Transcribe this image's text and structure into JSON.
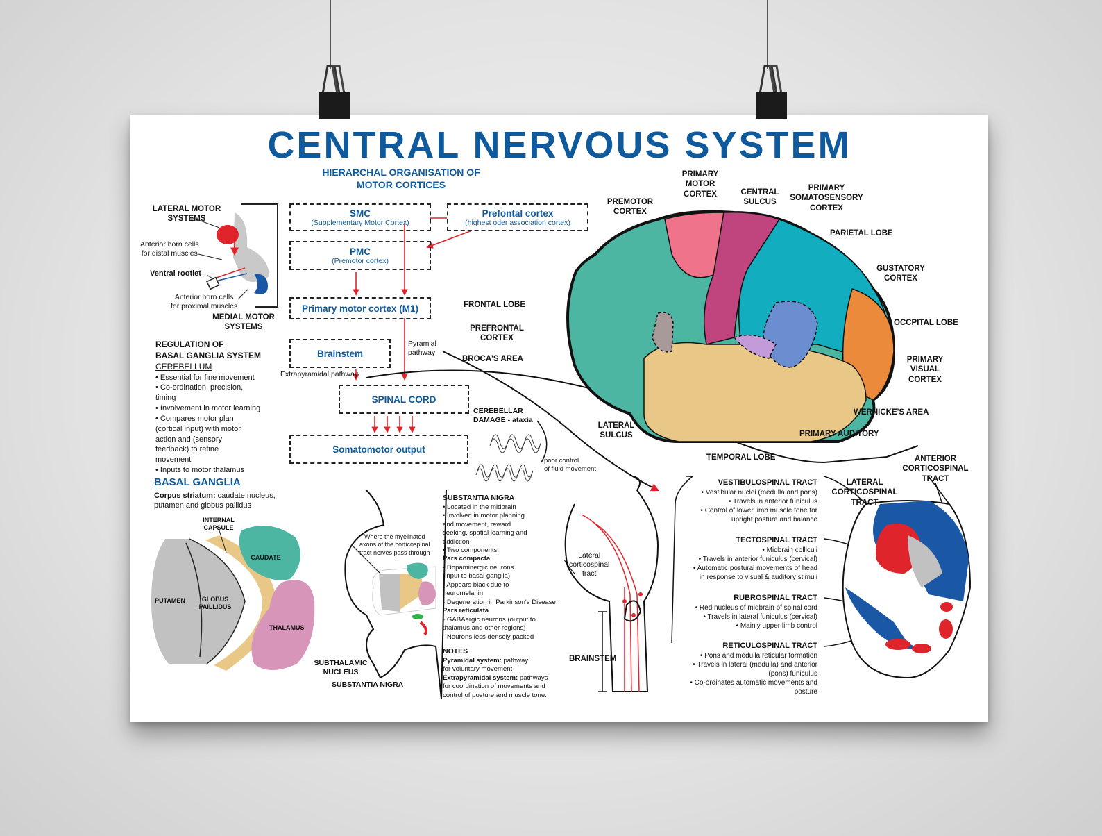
{
  "title": "CENTRAL NERVOUS SYSTEM",
  "hierarchy": {
    "heading_1": "HIERARCHAL ORGANISATION OF",
    "heading_2": "MOTOR CORTICES",
    "smc_title": "SMC",
    "smc_sub": "(Supplementary Motor Cortex)",
    "prefrontal_title": "Prefontal cortex",
    "prefrontal_sub": "(highest oder association cortex)",
    "pmc_title": "PMC",
    "pmc_sub": "(Premotor cortex)",
    "m1": "Primary motor cortex (M1)",
    "brainstem": "Brainstem",
    "pyramidal_1": "Pyramial",
    "pyramidal_2": "pathway",
    "extrapyramidal": "Extrapyramidal pathway",
    "spinal_cord": "SPINAL CORD",
    "somatomotor": "Somatomotor output"
  },
  "motor_systems": {
    "lateral_1": "LATERAL MOTOR",
    "lateral_2": "SYSTEMS",
    "distal_1": "Anterior horn cells",
    "distal_2": "for distal muscles",
    "ventral": "Ventral rootlet",
    "proximal_1": "Anterior horn cells",
    "proximal_2": "for proximal muscles",
    "medial_1": "MEDIAL MOTOR",
    "medial_2": "SYSTEMS"
  },
  "regulation": {
    "heading_1": "REGULATION OF",
    "heading_2": "BASAL GANGLIA SYSTEM",
    "cerebellum": "CEREBELLUM",
    "lines": [
      "• Essential for fine movement",
      "• Co-ordination, precision,",
      "timing",
      "• Involvement in motor learning",
      "• Compares motor plan",
      "(cortical input) with motor",
      "action and (sensory",
      "feedback) to refine",
      "movement",
      "• Inputs to motor thalamus"
    ]
  },
  "basal_ganglia": {
    "heading": "BASAL GANGLIA",
    "corpus_bold": "Corpus striatum:",
    "corpus_1": " caudate nucleus,",
    "corpus_2": "putamen and globus pallidus",
    "internal_1": "INTERNAL",
    "internal_2": "CAPSULE",
    "caudate": "CAUDATE",
    "putamen": "PUTAMEN",
    "globus_1": "GLOBUS",
    "globus_2": "PAILLIDUS",
    "thalamus": "THALAMUS"
  },
  "cerebellar": {
    "title_1": "CEREBELLAR",
    "title_2": "DAMAGE - ataxia",
    "note_1": "poor control",
    "note_2": "of fluid movement"
  },
  "midbrain": {
    "where_1": "Where the myelinated",
    "where_2": "axons of the corticospinal",
    "where_3": "tract nerves pass through",
    "subthalamic_1": "SUBTHALAMIC",
    "subthalamic_2": "NUCLEUS",
    "nigra": "SUBSTANTIA NIGRA"
  },
  "substantia_nigra": {
    "heading": "SUBSTANTIA NIGRA",
    "lines": [
      "• Located in the midbrain",
      "• Involved in motor planning",
      "and movement, reward",
      "seeking, spatial learning and",
      "addiction",
      "• Two components:"
    ],
    "compacta": "Pars compacta",
    "compacta_lines": [
      "- Dopaminergic neurons",
      "(input to basal ganglia)",
      "- Appears black due to",
      "neuromelanin"
    ],
    "degeneration": "- Degeneration in ",
    "parkinsons": "Parkinson's Disease",
    "reticulata": "Pars reticulata",
    "reticulata_lines": [
      "- GABAergic neurons (output to",
      "thalamus and other regions)",
      "- Neurons less densely packed"
    ],
    "notes": "NOTES",
    "pyr_bold": "Pyramidal system:",
    "pyr_1": " pathway",
    "pyr_2": "for voluntary movement",
    "extra_bold": "Extrapyramidal system:",
    "extra_1": " pathways",
    "extra_2": "for coordination of movements and",
    "extra_3": "control of posture and muscle tone."
  },
  "brain_labels": {
    "premotor_1": "PREMOTOR",
    "premotor_2": "CORTEX",
    "primary_motor_1": "PRIMARY",
    "primary_motor_2": "MOTOR",
    "primary_motor_3": "CORTEX",
    "central_1": "CENTRAL",
    "central_2": "SULCUS",
    "somato_1": "PRIMARY",
    "somato_2": "SOMATOSENSORY",
    "somato_3": "CORTEX",
    "parietal": "PARIETAL LOBE",
    "gustatory_1": "GUSTATORY",
    "gustatory_2": "CORTEX",
    "frontal": "FRONTAL LOBE",
    "prefrontal_1": "PREFRONTAL",
    "prefrontal_2": "CORTEX",
    "broca": "BROCA'S AREA",
    "occipital": "OCCPITAL LOBE",
    "visual_1": "PRIMARY",
    "visual_2": "VISUAL",
    "visual_3": "CORTEX",
    "wernicke": "WERNICKE'S AREA",
    "auditory": "PRIMARY AUDITORY",
    "lateral_1": "LATERAL",
    "lateral_2": "SULCUS",
    "temporal": "TEMPORAL LOBE"
  },
  "tracts": {
    "lateral_ct_1": "Lateral",
    "lateral_ct_2": "corticospinal",
    "lateral_ct_3": "tract",
    "brainstem": "BRAINSTEM",
    "vestibulo": "VESTIBULOSPINAL TRACT",
    "vestibulo_lines": [
      "• Vestibular nuclei (medulla and pons)",
      "• Travels in anterior funiculus",
      "• Control of lower limb muscle tone for",
      "upright posture and balance"
    ],
    "tecto": "TECTOSPINAL TRACT",
    "tecto_lines": [
      "• Midbrain colliculi",
      "• Travels in anterior funiculus (cervical)",
      "• Automatic postural movements of head",
      "in response to visual & auditory stimuli"
    ],
    "rubro": "RUBROSPINAL TRACT",
    "rubro_lines": [
      "• Red nucleus of midbrain pf spinal cord",
      "• Travels in lateral funiculus (cervical)",
      "• Mainly upper limb control"
    ],
    "reticulo": "RETICULOSPINAL TRACT",
    "reticulo_lines": [
      "• Pons and medulla reticular formation",
      "• Travels in lateral (medulla) and anterior",
      "(pons) funiculus",
      "• Co-ordinates automatic movements and",
      "posture"
    ],
    "lateral_cst_1": "LATERAL",
    "lateral_cst_2": "CORTICOSPINAL",
    "lateral_cst_3": "TRACT",
    "anterior_cst_1": "ANTERIOR",
    "anterior_cst_2": "CORTICOSPINAL",
    "anterior_cst_3": "TRACT"
  },
  "colors": {
    "title_blue": "#0e5a9c",
    "frontal": "#4cb6a2",
    "premotor": "#f0738c",
    "motor": "#c0457e",
    "parietal": "#12aec0",
    "occipital": "#ec8a3c",
    "temporal": "#e9c887",
    "red": "#e0242c",
    "spinal_blue": "#1a58a6"
  }
}
